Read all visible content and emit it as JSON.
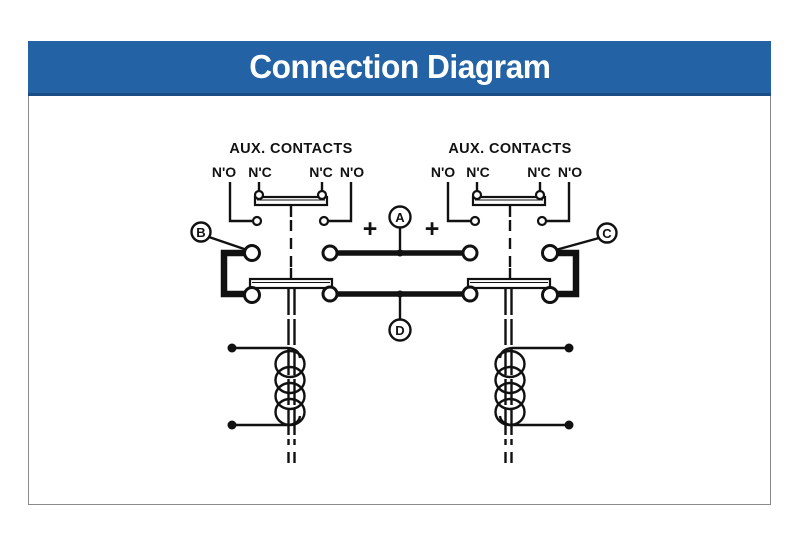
{
  "header": {
    "title": "Connection Diagram",
    "bg_color": "#2362a4",
    "text_color": "#ffffff"
  },
  "diagram": {
    "aux_left": {
      "title": "AUX. CONTACTS",
      "labels": [
        "N'O",
        "N'C",
        "N'C",
        "N'O"
      ]
    },
    "aux_right": {
      "title": "AUX. CONTACTS",
      "labels": [
        "N'O",
        "N'C",
        "N'C",
        "N'O"
      ]
    },
    "terminals": {
      "a": "A",
      "b": "B",
      "c": "C",
      "d": "D"
    },
    "polarity": {
      "left": "+",
      "right": "+"
    },
    "colors": {
      "line": "#111111",
      "panel_border": "#8a8a8a"
    }
  }
}
